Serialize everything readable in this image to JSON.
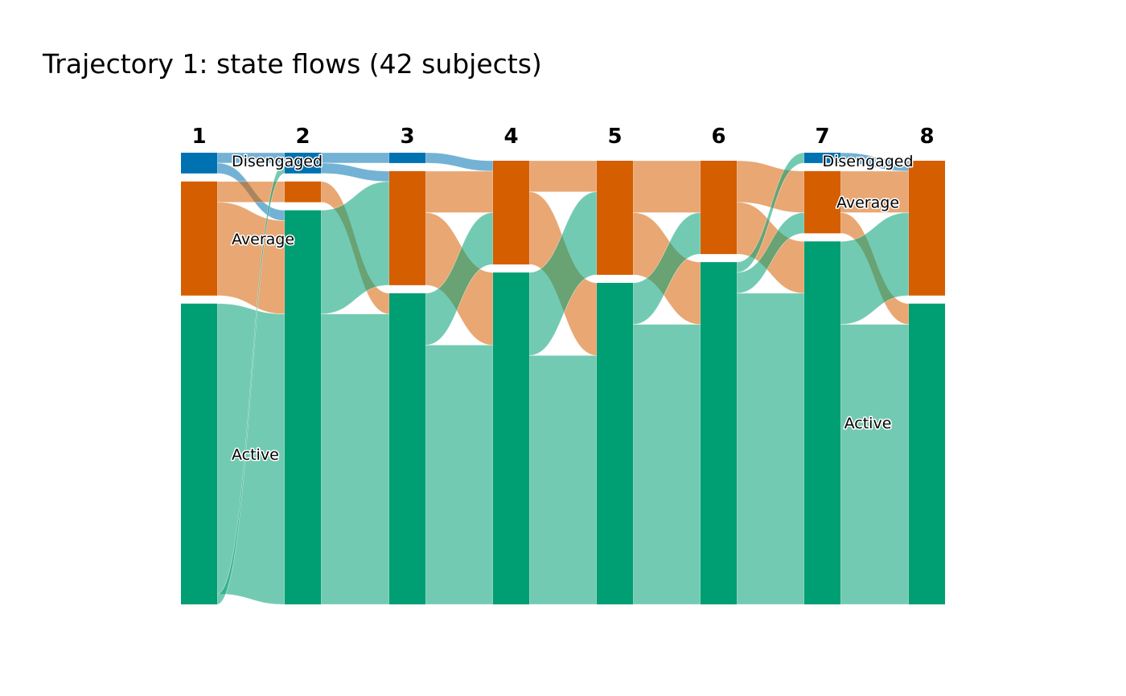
{
  "chart_data": {
    "type": "sankey",
    "title": "Trajectory 1: state flows (42 subjects)",
    "time_points": [
      "1",
      "2",
      "3",
      "4",
      "5",
      "6",
      "7",
      "8"
    ],
    "states": [
      "Disengaged",
      "Average",
      "Active"
    ],
    "colors": {
      "Disengaged": "#0072B2",
      "Average": "#D55E00",
      "Active": "#009E73"
    },
    "counts": [
      {
        "Disengaged": 2,
        "Average": 11,
        "Active": 29
      },
      {
        "Disengaged": 2,
        "Average": 2,
        "Active": 38
      },
      {
        "Disengaged": 1,
        "Average": 11,
        "Active": 30
      },
      {
        "Disengaged": 0,
        "Average": 10,
        "Active": 32
      },
      {
        "Disengaged": 0,
        "Average": 11,
        "Active": 31
      },
      {
        "Disengaged": 0,
        "Average": 9,
        "Active": 33
      },
      {
        "Disengaged": 1,
        "Average": 6,
        "Active": 35
      },
      {
        "Disengaged": 0,
        "Average": 13,
        "Active": 29
      }
    ],
    "transitions": [
      {
        "from": "1",
        "to": "2",
        "flows": [
          [
            "Disengaged",
            "Disengaged",
            1
          ],
          [
            "Disengaged",
            "Active",
            1
          ],
          [
            "Average",
            "Average",
            2
          ],
          [
            "Average",
            "Active",
            9
          ],
          [
            "Active",
            "Active",
            28
          ],
          [
            "Active",
            "Disengaged",
            1
          ]
        ]
      },
      {
        "from": "2",
        "to": "3",
        "flows": [
          [
            "Disengaged",
            "Disengaged",
            1
          ],
          [
            "Disengaged",
            "Average",
            1
          ],
          [
            "Average",
            "Active",
            2
          ],
          [
            "Active",
            "Disengaged",
            0
          ],
          [
            "Active",
            "Average",
            10
          ],
          [
            "Active",
            "Active",
            28
          ]
        ]
      },
      {
        "from": "3",
        "to": "4",
        "flows": [
          [
            "Disengaged",
            "Average",
            1
          ],
          [
            "Average",
            "Average",
            4
          ],
          [
            "Average",
            "Active",
            7
          ],
          [
            "Active",
            "Average",
            5
          ],
          [
            "Active",
            "Active",
            25
          ]
        ]
      },
      {
        "from": "4",
        "to": "5",
        "flows": [
          [
            "Average",
            "Average",
            3
          ],
          [
            "Average",
            "Active",
            7
          ],
          [
            "Active",
            "Average",
            8
          ],
          [
            "Active",
            "Active",
            24
          ]
        ]
      },
      {
        "from": "5",
        "to": "6",
        "flows": [
          [
            "Average",
            "Average",
            5
          ],
          [
            "Average",
            "Active",
            6
          ],
          [
            "Active",
            "Average",
            4
          ],
          [
            "Active",
            "Active",
            27
          ]
        ]
      },
      {
        "from": "6",
        "to": "7",
        "flows": [
          [
            "Average",
            "Average",
            4
          ],
          [
            "Average",
            "Active",
            5
          ],
          [
            "Active",
            "Disengaged",
            1
          ],
          [
            "Active",
            "Average",
            2
          ],
          [
            "Active",
            "Active",
            30
          ]
        ]
      },
      {
        "from": "7",
        "to": "8",
        "flows": [
          [
            "Disengaged",
            "Disengaged",
            0
          ],
          [
            "Disengaged",
            "Average",
            1
          ],
          [
            "Average",
            "Average",
            4
          ],
          [
            "Average",
            "Active",
            2
          ],
          [
            "Active",
            "Average",
            8
          ],
          [
            "Active",
            "Active",
            27
          ]
        ]
      }
    ],
    "state_labels": [
      {
        "text": "Disengaged",
        "at": "1"
      },
      {
        "text": "Average",
        "at": "1"
      },
      {
        "text": "Active",
        "at": "1"
      },
      {
        "text": "Disengaged",
        "at": "7"
      },
      {
        "text": "Average",
        "at": "7"
      },
      {
        "text": "Active",
        "at": "7"
      }
    ]
  }
}
